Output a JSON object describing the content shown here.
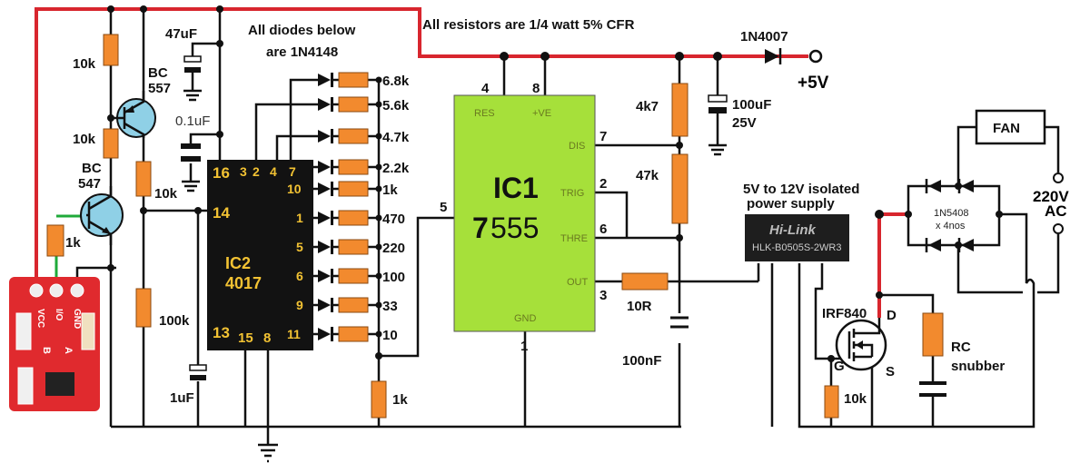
{
  "notes": {
    "diodes_line1": "All diodes below",
    "diodes_line2": "are 1N4148",
    "resistors": "All resistors are 1/4 watt 5% CFR"
  },
  "left": {
    "r1": "10k",
    "r2": "10k",
    "r3": "10k",
    "r4": "100k",
    "r5": "1k",
    "q1_line1": "BC",
    "q1_line2": "557",
    "q2_line1": "BC",
    "q2_line2": "547",
    "c47": "47uF",
    "c01": "0.1uF",
    "c1": "1uF"
  },
  "touch_module": {
    "pins": [
      "VCC",
      "I/O",
      "GND"
    ],
    "pad_a": "A",
    "pad_b": "B"
  },
  "ic2": {
    "name": "IC2",
    "part": "4017",
    "pins_top": [
      "16",
      "3",
      "2",
      "4",
      "7"
    ],
    "pins_left": [
      "14",
      "13"
    ],
    "pins_bottom": [
      "15",
      "8"
    ],
    "pins_right": [
      "10",
      "1",
      "5",
      "6",
      "9",
      "11"
    ]
  },
  "ladder_resistors": [
    "6.8k",
    "5.6k",
    "4.7k",
    "2.2k",
    "1k",
    "470",
    "220",
    "100",
    "33",
    "10"
  ],
  "ladder_bottom": "1k",
  "ic1": {
    "name": "IC1",
    "part_a": "7",
    "part_b": "555",
    "pin_res": "RES",
    "pin_ve": "+VE",
    "pin_dis": "DIS",
    "pin_trig": "TRIG",
    "pin_thre": "THRE",
    "pin_out": "OUT",
    "pin_gnd": "GND",
    "n4": "4",
    "n8": "8",
    "n7": "7",
    "n2": "2",
    "n6": "6",
    "n3": "3",
    "n1": "1",
    "n5": "5"
  },
  "timing": {
    "r4k7": "4k7",
    "r47k": "47k",
    "r10": "10R",
    "c100n": "100nF"
  },
  "supply": {
    "diode": "1N4007",
    "vplus": "+5V",
    "cap_a": "100uF",
    "cap_b": "25V"
  },
  "hilink": {
    "title1": "5V to 12V isolated",
    "title2": "power supply",
    "brand": "Hi-Link",
    "model": "HLK-B0505S-2WR3"
  },
  "power": {
    "mosfet": "IRF840",
    "d": "D",
    "g": "G",
    "s": "S",
    "rg": "10k",
    "snub1": "RC",
    "snub2": "snubber",
    "bridge1": "1N5408",
    "bridge2": "x 4nos",
    "fan": "FAN",
    "ac1": "220V",
    "ac2": "AC"
  }
}
